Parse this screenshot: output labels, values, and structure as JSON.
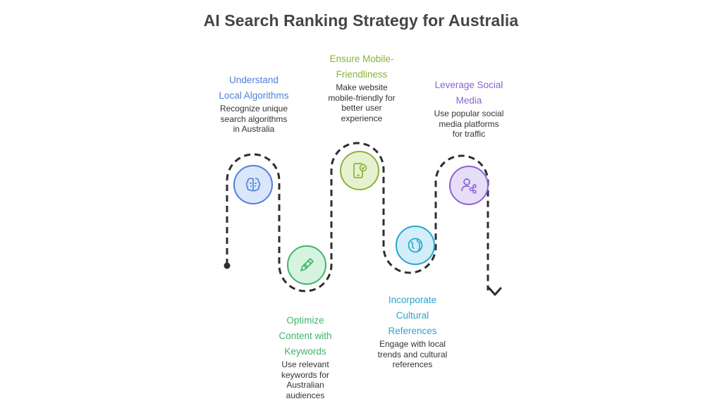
{
  "title": "AI Search Ranking Strategy for Australia",
  "steps": [
    {
      "title_lines": [
        "Understand",
        "Local Algorithms"
      ],
      "desc_lines": [
        "Recognize unique",
        "search algorithms",
        "in Australia"
      ],
      "color": "#4f7fd9",
      "fill": "#dbe6fa",
      "icon": "brain-icon"
    },
    {
      "title_lines": [
        "Optimize",
        "Content with",
        "Keywords"
      ],
      "desc_lines": [
        "Use relevant",
        "keywords for",
        "Australian",
        "audiences"
      ],
      "color": "#3fb56a",
      "fill": "#d6f3e0",
      "icon": "pen-icon"
    },
    {
      "title_lines": [
        "Ensure Mobile-",
        "Friendliness"
      ],
      "desc_lines": [
        "Make website",
        "mobile-friendly for",
        "better user",
        "experience"
      ],
      "color": "#8ab33a",
      "fill": "#e6f2cf",
      "icon": "mobile-check-icon"
    },
    {
      "title_lines": [
        "Incorporate",
        "Cultural",
        "References"
      ],
      "desc_lines": [
        "Engage with local",
        "trends and cultural",
        "references"
      ],
      "color": "#27a6cf",
      "fill": "#d3eef8",
      "icon": "globe-icon"
    },
    {
      "title_lines": [
        "Leverage Social",
        "Media"
      ],
      "desc_lines": [
        "Use popular social",
        "media platforms",
        "for traffic"
      ],
      "color": "#8a63d2",
      "fill": "#e6ddf7",
      "icon": "user-share-icon"
    }
  ]
}
